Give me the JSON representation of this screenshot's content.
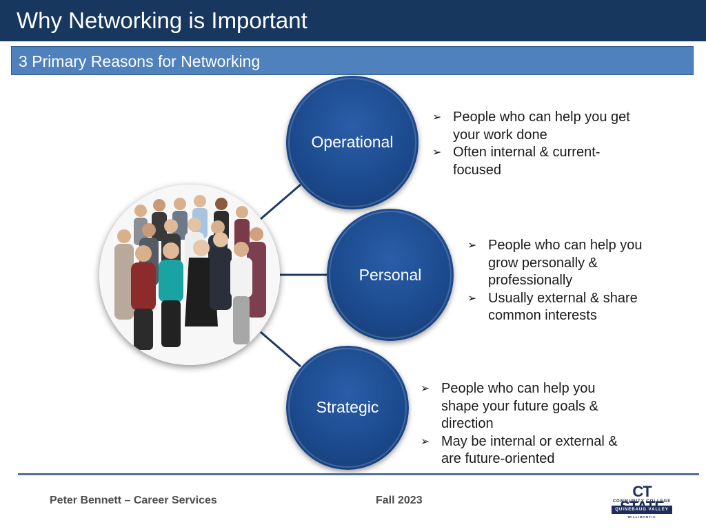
{
  "slide": {
    "title": "Why Networking is Important",
    "subtitle": "3 Primary Reasons for Networking"
  },
  "reasons": [
    {
      "label": "Operational",
      "bullets": [
        "People who can help you get your work done",
        "Often internal & current-focused"
      ]
    },
    {
      "label": "Personal",
      "bullets": [
        "People who can help you grow personally & professionally",
        "Usually external & share common interests"
      ]
    },
    {
      "label": "Strategic",
      "bullets": [
        "People who can help you shape your future goals & direction",
        "May be internal or external & are future-oriented"
      ]
    }
  ],
  "footer": {
    "presenter": "Peter Bennett – Career Services",
    "term": "Fall 2023"
  },
  "logo": {
    "main": "CT STATE",
    "sub": "COMMUNITY COLLEGE",
    "campus": "QUINEBAUG VALLEY",
    "town": "WILLIMANTIC"
  },
  "icons": {
    "photo": "group-of-people-photo",
    "bullet": "arrowhead-bullet-icon"
  },
  "colors": {
    "title_bar": "#17375e",
    "subtitle_bar": "#4f81bd",
    "circle": "#1c4a8e",
    "connector": "#1f3b66",
    "footer_line": "#4f6f9f"
  }
}
